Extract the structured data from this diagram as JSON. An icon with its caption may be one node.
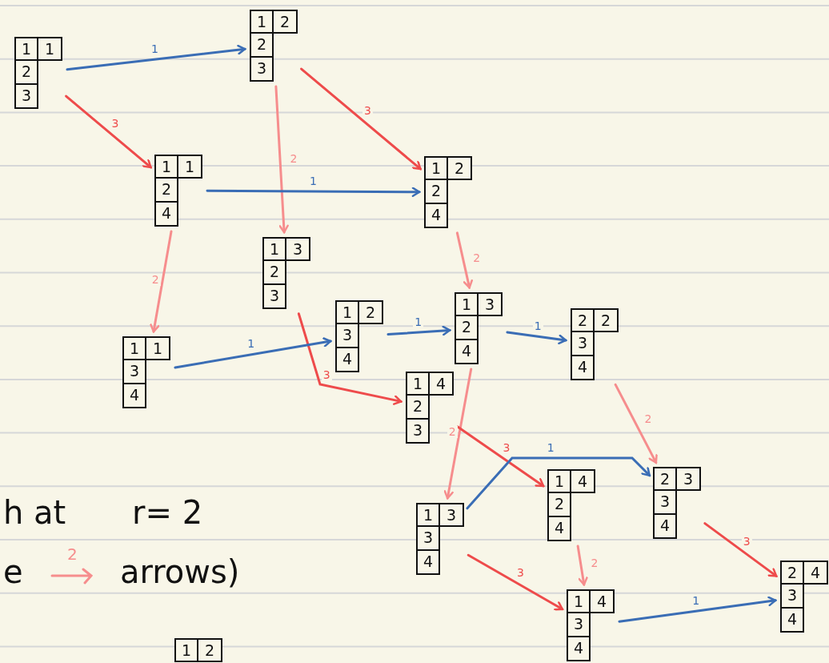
{
  "diagram": {
    "nodes": [
      {
        "text": [
          "1",
          "1",
          "2",
          "3"
        ]
      },
      {
        "text": [
          "1",
          "2",
          "2",
          "3"
        ]
      },
      {
        "text": [
          "1",
          "1",
          "2",
          "4"
        ]
      },
      {
        "text": [
          "1",
          "2",
          "2",
          "4"
        ]
      },
      {
        "text": [
          "1",
          "3",
          "2",
          "3"
        ]
      },
      {
        "text": [
          "1",
          "1",
          "3",
          "4"
        ]
      },
      {
        "text": [
          "1",
          "2",
          "3",
          "4"
        ]
      },
      {
        "text": [
          "1",
          "3",
          "2",
          "4"
        ]
      },
      {
        "text": [
          "2",
          "2",
          "3",
          "4"
        ]
      },
      {
        "text": [
          "1",
          "4",
          "2",
          "3"
        ]
      },
      {
        "text": [
          "1",
          "4",
          "2",
          "4"
        ]
      },
      {
        "text": [
          "2",
          "3",
          "3",
          "4"
        ]
      },
      {
        "text": [
          "1",
          "3",
          "3",
          "4"
        ]
      },
      {
        "text": [
          "1",
          "4",
          "3",
          "4"
        ]
      },
      {
        "text": [
          "2",
          "4",
          "3",
          "4"
        ]
      },
      {
        "text": [
          "1",
          "2"
        ]
      }
    ],
    "edges": [
      {
        "from": 0,
        "to": 1,
        "arrow": "to",
        "label": "1"
      },
      {
        "from": 0,
        "to": 2,
        "arrow": "to",
        "label": "3",
        "color": "#ee4b4b"
      },
      {
        "from": 1,
        "to": 4,
        "arrow": "to",
        "label": "2",
        "color": "#f68d8d"
      },
      {
        "from": 1,
        "to": 3,
        "arrow": "to",
        "label": "3",
        "color": "#ee4b4b"
      },
      {
        "from": 2,
        "to": 3,
        "arrow": "to",
        "label": "1"
      },
      {
        "from": 2,
        "to": 5,
        "arrow": "to",
        "label": "2",
        "color": "#f68d8d"
      },
      {
        "from": 3,
        "to": 7,
        "arrow": "to",
        "label": "2",
        "color": "#f68d8d"
      },
      {
        "from": 4,
        "to": 9,
        "arrow": "to",
        "label": "3",
        "color": "#ee4b4b"
      },
      {
        "from": 5,
        "to": 6,
        "arrow": "to",
        "label": "1"
      },
      {
        "from": 6,
        "to": 7,
        "arrow": "to",
        "label": "1"
      },
      {
        "from": 7,
        "to": 8,
        "arrow": "to",
        "label": "1"
      },
      {
        "from": 7,
        "to": 12,
        "arrow": "to",
        "label": "2",
        "color": "#f68d8d"
      },
      {
        "from": 8,
        "to": 11,
        "arrow": "to",
        "label": "2",
        "color": "#f68d8d"
      },
      {
        "from": 9,
        "to": 10,
        "arrow": "to",
        "label": "3",
        "color": "#ee4b4b"
      },
      {
        "from": 12,
        "to": 11,
        "arrow": "to",
        "label": "1"
      },
      {
        "from": 12,
        "to": 13,
        "arrow": "to",
        "label": "3",
        "color": "#ee4b4b"
      },
      {
        "from": 10,
        "to": 13,
        "arrow": "to",
        "label": "2",
        "color": "#f68d8d"
      },
      {
        "from": 11,
        "to": 14,
        "arrow": "to",
        "label": "3",
        "color": "#ee4b4b"
      },
      {
        "from": 13,
        "to": 14,
        "arrow": "to",
        "label": "1"
      }
    ],
    "labels": [
      "h at",
      "r= 2",
      "e",
      "2",
      "arrows)"
    ]
  }
}
